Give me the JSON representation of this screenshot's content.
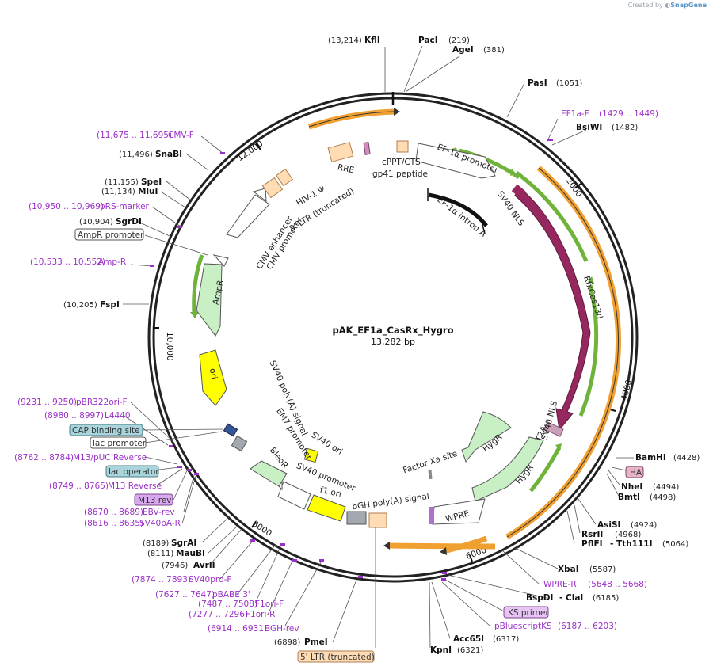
{
  "credit": {
    "prefix": "Created by",
    "brand": "SnapGene"
  },
  "plasmid": {
    "name": "pAK_EF1a_CasRx_Hygro",
    "length": "13,282 bp"
  },
  "ticks": [
    "12,000",
    "2000",
    "4000",
    "6000",
    "8000",
    "10,000"
  ],
  "colors": {
    "cas13d": "#96285f",
    "orange": "#f0a030",
    "green": "#6fb33a",
    "pale_green": "#c8f0c4",
    "yellow": "#ffff00",
    "peach": "#ffdcb4",
    "primer": "#9b30c8"
  },
  "sites": [
    {
      "pos": "(13,214)",
      "name": "KflI"
    },
    {
      "name": "PacI",
      "pos": "(219)"
    },
    {
      "name": "AgeI",
      "pos": "(381)"
    },
    {
      "name": "PasI",
      "pos": "(1051)"
    },
    {
      "name": "BsiWI",
      "pos": "(1482)"
    },
    {
      "name": "BamHI",
      "pos": "(4428)"
    },
    {
      "name": "NheI",
      "pos": "(4494)"
    },
    {
      "name": "BmtI",
      "pos": "(4498)"
    },
    {
      "name": "AsiSI",
      "pos": "(4924)"
    },
    {
      "name": "RsrII",
      "pos": "(4968)"
    },
    {
      "name": "PflFI",
      "extra": "- Tth111I",
      "pos": "(5064)"
    },
    {
      "name": "XbaI",
      "pos": "(5587)"
    },
    {
      "name": "BspDI",
      "extra": "- ClaI",
      "pos": "(6185)"
    },
    {
      "name": "Acc65I",
      "pos": "(6317)"
    },
    {
      "name": "KpnI",
      "pos": "(6321)"
    },
    {
      "pos": "(6898)",
      "name": "PmeI"
    },
    {
      "pos": "(7946)",
      "name": "AvrII"
    },
    {
      "pos": "(8111)",
      "name": "MauBI"
    },
    {
      "pos": "(8189)",
      "name": "SgrAI"
    },
    {
      "pos": "(10,205)",
      "name": "FspI"
    },
    {
      "pos": "(10,904)",
      "name": "SgrDI"
    },
    {
      "pos": "(11,134)",
      "name": "MluI"
    },
    {
      "pos": "(11,155)",
      "name": "SpeI"
    },
    {
      "pos": "(11,496)",
      "name": "SnaBI"
    }
  ],
  "primers": [
    {
      "name": "EF1a-F",
      "pos": "(1429 .. 1449)"
    },
    {
      "name": "WPRE-R",
      "pos": "(5648 .. 5668)"
    },
    {
      "name": "pBluescriptKS",
      "pos": "(6187 .. 6203)"
    },
    {
      "pos": "(6914 .. 6931)",
      "name": "BGH-rev"
    },
    {
      "pos": "(7277 .. 7296)",
      "name": "F1ori-R"
    },
    {
      "pos": "(7487 .. 7508)",
      "name": "F1ori-F"
    },
    {
      "pos": "(7627 .. 7647)",
      "name": "pBABE 3'"
    },
    {
      "pos": "(7874 .. 7893)",
      "name": "SV40pro-F"
    },
    {
      "pos": "(8616 .. 8635)",
      "name": "SV40pA-R"
    },
    {
      "pos": "(8670 .. 8689)",
      "name": "EBV-rev"
    },
    {
      "pos": "(8749 .. 8765)",
      "name": "M13 Reverse"
    },
    {
      "pos": "(8762 .. 8784)",
      "name": "M13/pUC Reverse"
    },
    {
      "pos": "(8980 .. 8997)",
      "name": "L4440"
    },
    {
      "pos": "(9231 .. 9250)",
      "name": "pBR322ori-F"
    },
    {
      "pos": "(10,533 .. 10,552)",
      "name": "Amp-R"
    },
    {
      "pos": "(10,950 .. 10,969)",
      "name": "pRS-marker"
    },
    {
      "pos": "(11,675 .. 11,695)",
      "name": "CMV-F"
    }
  ],
  "boxed": [
    {
      "name": "HA"
    },
    {
      "name": "KS primer"
    },
    {
      "name": "5' LTR (truncated)"
    },
    {
      "name": "M13 rev"
    },
    {
      "name": "lac operator"
    },
    {
      "name": "lac promoter"
    },
    {
      "name": "CAP binding site"
    },
    {
      "name": "AmpR promoter"
    }
  ],
  "features": {
    "rre": "RRE",
    "cppt": "cPPT/CTS",
    "gp41": "gp41 peptide",
    "ef1a_promoter": "EF-1α promoter",
    "ef1a_intron": "EF-1α intron A",
    "sv40_nls_1": "SV40 NLS",
    "rfxcas13d": "RfxCas13d",
    "sv40_nls_2": "SV40 NLS",
    "t2a": "T2A",
    "hygr_1": "HygR",
    "hygr_2": "HygR",
    "factor_xa": "Factor Xa site",
    "wpre": "WPRE",
    "bgh": "bGH poly(A) signal",
    "f1ori": "f1 ori",
    "sv40_promoter": "SV40 promoter",
    "sv40_ori": "SV40 ori",
    "bleor": "BleoR",
    "em7": "EM7 promoter",
    "sv40_polya": "SV40 poly(A) signal",
    "ori": "ori",
    "ampr": "AmpR",
    "cmv_enhancer": "CMV enhancer",
    "cmv_promoter": "CMV promoter",
    "ltr5": "5' LTR (truncated)",
    "hiv_psi": "HIV-1 Ψ"
  }
}
